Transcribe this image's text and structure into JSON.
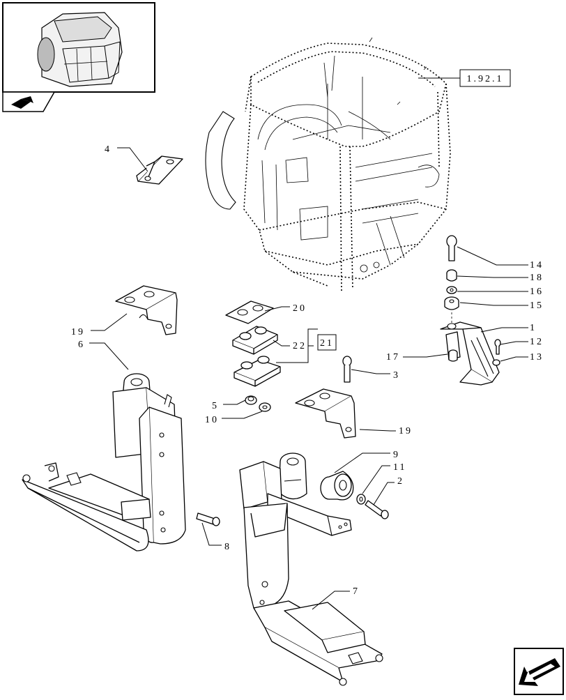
{
  "reference_box": "1.92.1",
  "group_box": "21",
  "callouts": {
    "c1": "1",
    "c2": "2",
    "c3": "3",
    "c4": "4",
    "c5": "5",
    "c6": "6",
    "c7": "7",
    "c8": "8",
    "c9": "9",
    "c10": "10",
    "c11": "11",
    "c12": "12",
    "c13": "13",
    "c14": "14",
    "c15": "15",
    "c16": "16",
    "c17": "17",
    "c18": "18",
    "c19a": "19",
    "c19b": "19",
    "c20": "20",
    "c22": "22"
  },
  "icons": {
    "thumbnail": "cab-thumbnail-icon",
    "book": "book-icon",
    "next": "next-page-arrow-icon"
  }
}
